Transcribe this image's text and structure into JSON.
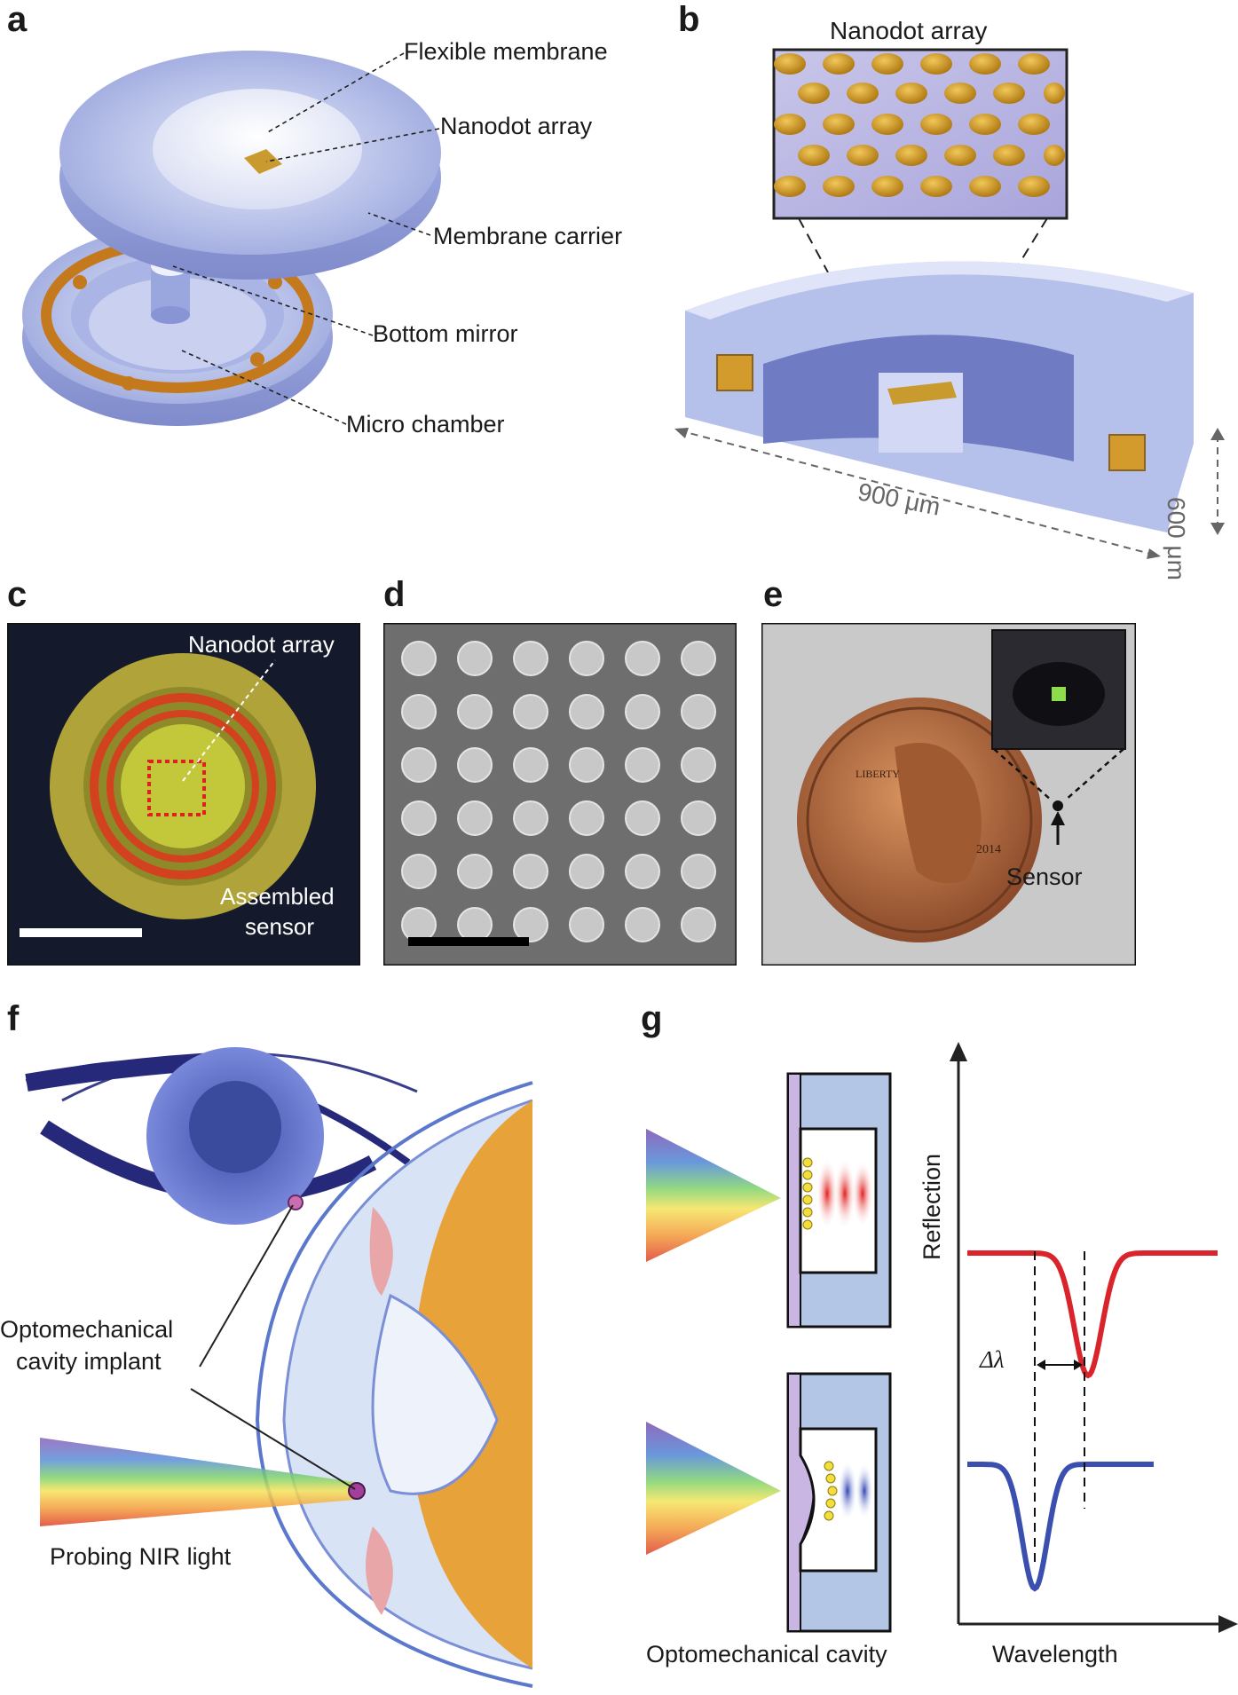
{
  "panels": {
    "a": {
      "letter": "a",
      "labels": {
        "flexible_membrane": "Flexible membrane",
        "nanodot_array": "Nanodot array",
        "membrane_carrier": "Membrane carrier",
        "bottom_mirror": "Bottom mirror",
        "micro_chamber": "Micro chamber"
      }
    },
    "b": {
      "letter": "b",
      "inset_title": "Nanodot array",
      "width_dim": "900 μm",
      "height_dim": "600 μm"
    },
    "c": {
      "letter": "c",
      "label_top": "Nanodot array",
      "label_bottom_1": "Assembled",
      "label_bottom_2": "sensor"
    },
    "d": {
      "letter": "d"
    },
    "e": {
      "letter": "e",
      "label": "Sensor",
      "coin_text_1": "LIBERTY",
      "coin_text_2": "2014"
    },
    "f": {
      "letter": "f",
      "implant_label_1": "Optomechanical",
      "implant_label_2": "cavity implant",
      "light_label": "Probing NIR light"
    },
    "g": {
      "letter": "g",
      "cavity_label": "Optomechanical cavity",
      "x_label": "Wavelength",
      "y_label": "Reflection",
      "delta_label": "Δλ"
    }
  },
  "colors": {
    "housing_blue": "#b7c3ec",
    "gold": "#c99a2e",
    "red_curve": "#d8242a",
    "blue_curve": "#3a4fae",
    "lens_orange": "#e7a23a"
  }
}
